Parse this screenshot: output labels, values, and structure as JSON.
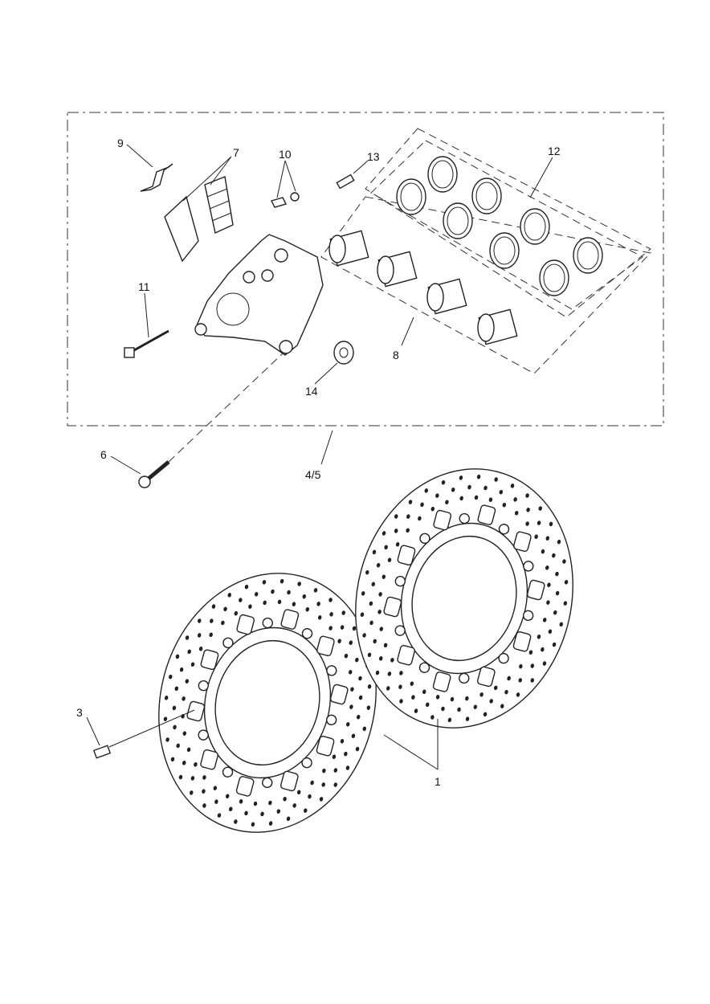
{
  "diagram": {
    "title": "Front brake caliper and discs exploded parts diagram",
    "callouts": {
      "c1": "1",
      "c3": "3",
      "c45": "4/5",
      "c6": "6",
      "c7": "7",
      "c8": "8",
      "c9": "9",
      "c10": "10",
      "c11": "11",
      "c12": "12",
      "c13": "13",
      "c14": "14"
    }
  }
}
